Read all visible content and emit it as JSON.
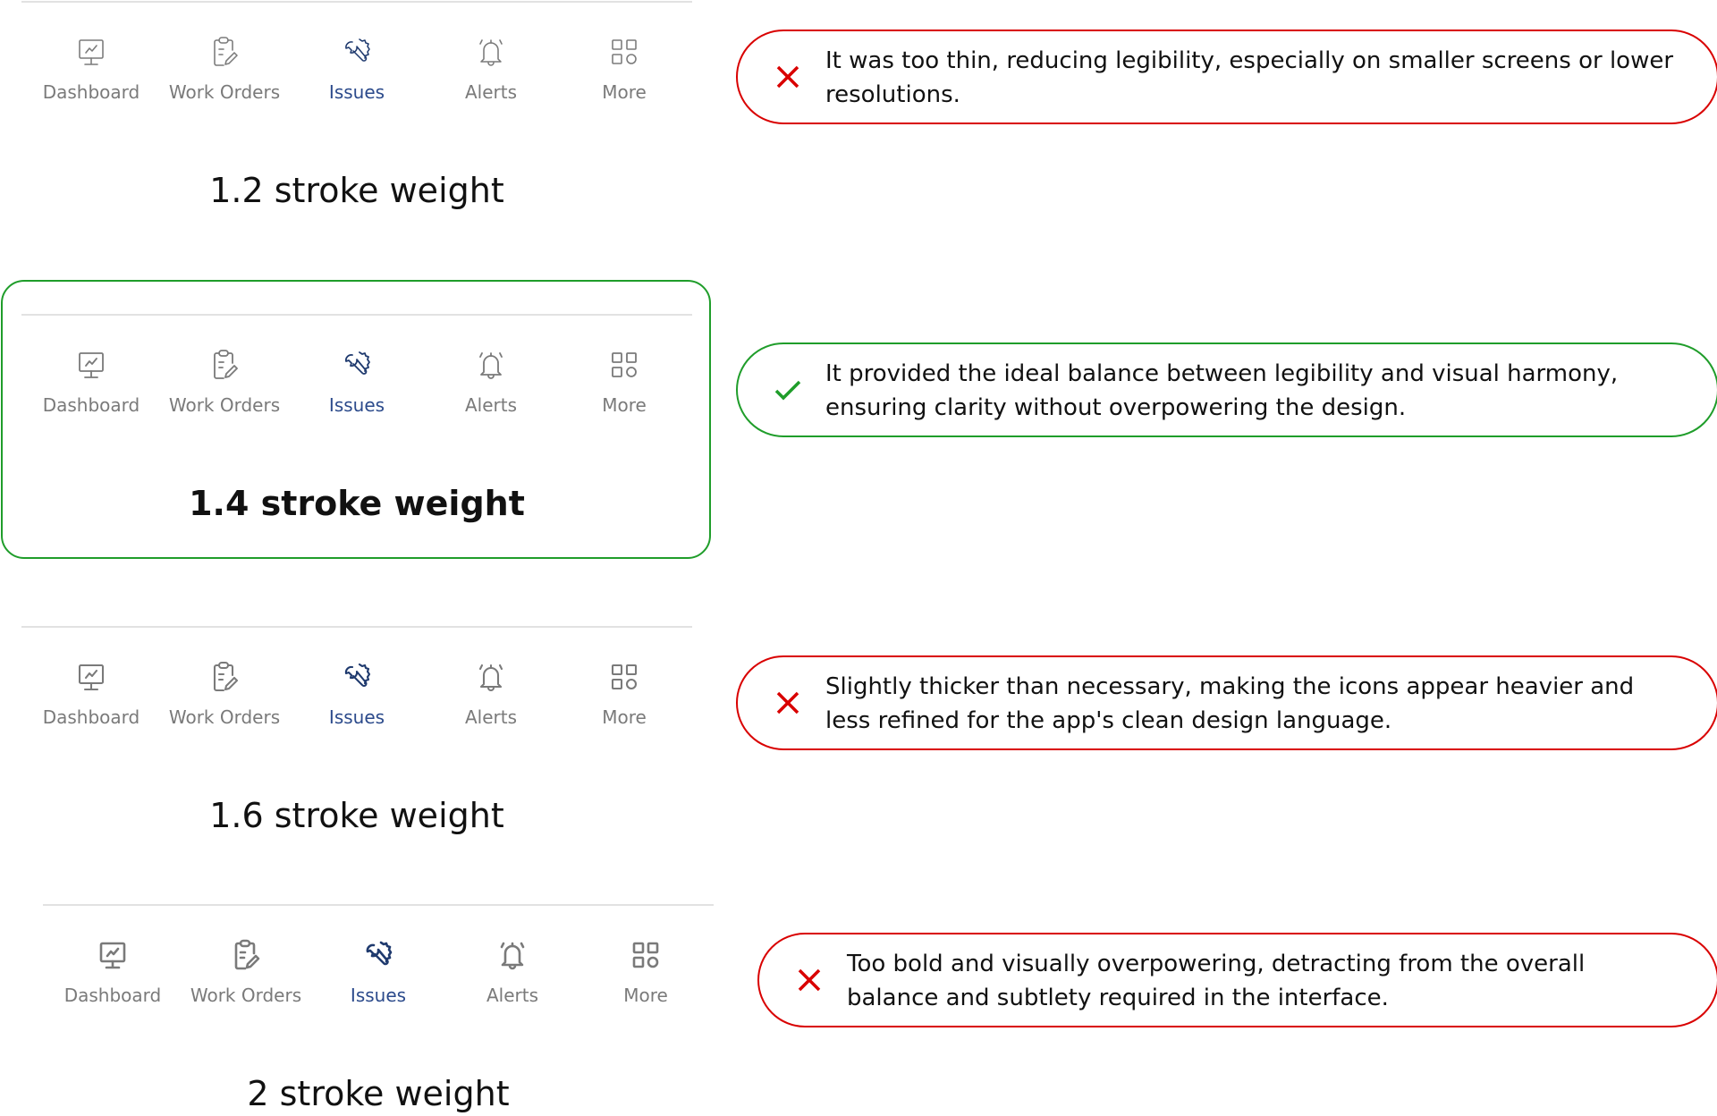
{
  "nav_items": [
    {
      "label": "Dashboard",
      "icon": "monitor-chart-icon"
    },
    {
      "label": "Work Orders",
      "icon": "clipboard-edit-icon"
    },
    {
      "label": "Issues",
      "icon": "wrench-gear-icon",
      "active": true
    },
    {
      "label": "Alerts",
      "icon": "bell-icon"
    },
    {
      "label": "More",
      "icon": "grid-icon"
    }
  ],
  "variants": [
    {
      "caption": "1.2 stroke weight",
      "stroke": 1.2,
      "verdict": "bad",
      "note": "It was too thin, reducing legibility, especially on smaller screens or lower resolutions."
    },
    {
      "caption": "1.4 stroke weight",
      "stroke": 1.4,
      "verdict": "good",
      "note": "It provided the ideal balance between legibility and visual harmony, ensuring clarity without overpowering the design."
    },
    {
      "caption": "1.6 stroke weight",
      "stroke": 1.6,
      "verdict": "bad",
      "note": "Slightly thicker than necessary, making the icons appear heavier and less refined for the app's clean design language."
    },
    {
      "caption": "2 stroke weight",
      "stroke": 2,
      "verdict": "bad",
      "note": "Too bold and visually overpowering, detracting from the overall balance and subtlety required in the interface."
    }
  ],
  "colors": {
    "inactive": "#7a7a7a",
    "active": "#1f3a6e",
    "bad": "#d90000",
    "good": "#1f9d2a"
  }
}
